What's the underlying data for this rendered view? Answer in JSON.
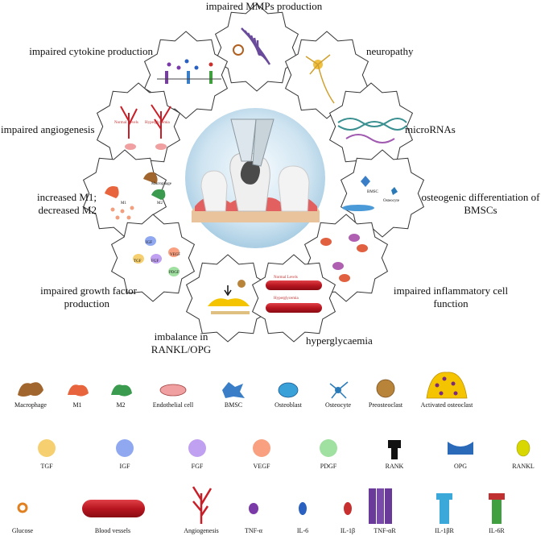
{
  "center": {
    "name": "periodontitis-tooth-illustration"
  },
  "labels": {
    "mmps": "impaired MMPs production",
    "cytokine": "impaired cytokine production",
    "neuropathy": "neuropathy",
    "angiogenesis": "impaired angiogenesis",
    "micrornas": "microRNAs",
    "m1_line1": "increased M1;",
    "m1_line2": "decreased M2",
    "osteo_line1": "osteogenic differentiation of",
    "osteo_line2": "BMSCs",
    "growth_line1": "impaired growth factor",
    "growth_line2": "production",
    "inflam_line1": "impaired inflammatory cell",
    "inflam_line2": "function",
    "rankl_line1": "imbalance in",
    "rankl_line2": "RANKL/OPG",
    "hyper": "hyperglycaemia"
  },
  "mini": {
    "normal_levels": "Normal Levels",
    "hyperglycemia": "Hyperglycemia",
    "macrophage": "Macrophage",
    "m1": "M1",
    "m2": "M2",
    "bmsc": "BMSC",
    "osteocyte": "Osteocyte",
    "igf": "IGF",
    "tgf": "TGF",
    "fgf": "FGF",
    "vegf": "VEGF",
    "pdgf": "PDGF"
  },
  "legend_row1": [
    "Macrophage",
    "M1",
    "M2",
    "Endothelial cell",
    "BMSC",
    "Osteoblast",
    "Osteocyte",
    "Preosteoclast",
    "Activated osteoclast"
  ],
  "legend_row2": [
    "TGF",
    "IGF",
    "FGF",
    "VEGF",
    "PDGF",
    "RANK",
    "OPG",
    "RANKL"
  ],
  "legend_row3": [
    "Glucose",
    "Blood vessels",
    "Angiogenesis",
    "TNF-α",
    "IL-6",
    "IL-1β",
    "TNF-αR",
    "IL-1βR",
    "IL-6R"
  ],
  "colors": {
    "macrophage": "#a0662e",
    "m1": "#e8643c",
    "m2": "#3a9a4e",
    "endothelial": "#f0a0a0",
    "bmsc": "#3a7ec8",
    "osteoblast": "#3aa0d8",
    "osteocyte": "#2a7ab8",
    "preosteoclast": "#b8843a",
    "osteoclast": "#f4c400",
    "tgf": "#f6d070",
    "igf": "#90a8f0",
    "fgf": "#c0a0f0",
    "vegf": "#f8a080",
    "pdgf": "#a0e0a0",
    "rank": "#111111",
    "opg": "#2a6ab8",
    "rankl": "#d8d800",
    "vessel": "#c81e28",
    "tnfa": "#7a3aa8",
    "il6": "#2a60c0",
    "il1b": "#c83030"
  }
}
